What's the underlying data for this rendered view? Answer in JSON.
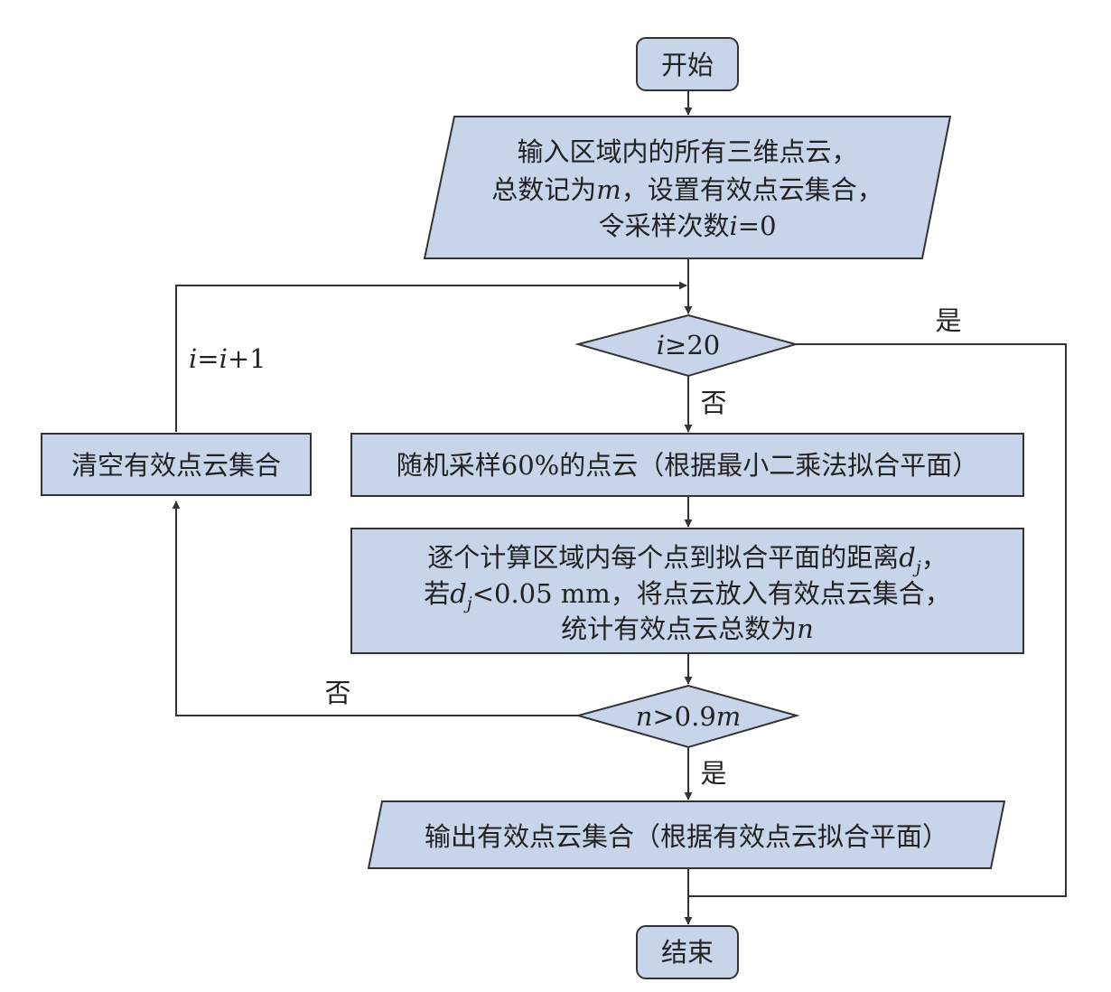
{
  "nodes": {
    "start": "开始",
    "input": {
      "line1": "输入区域内的所有三维点云，",
      "line2_a": "总数记为",
      "line2_var": "m",
      "line2_b": "，设置有效点云集合，",
      "line3_a": "令采样次数",
      "line3_var": "i",
      "line3_b": "=0"
    },
    "cond1": {
      "var": "i",
      "rest": "≥20"
    },
    "sample": "随机采样60%的点云（根据最小二乘法拟合平面）",
    "compute": {
      "line1_a": "逐个计算区域内每个点到拟合平面的距离",
      "line1_var": "d",
      "line1_sub": "j",
      "line1_b": "，",
      "line2_a": "若",
      "line2_var": "d",
      "line2_sub": "j",
      "line2_b": "<0.05 mm，将点云放入有效点云集合，",
      "line3_a": "统计有效点云总数为",
      "line3_var": "n"
    },
    "cond2": {
      "var1": "n",
      "mid": ">0.9",
      "var2": "m"
    },
    "output": "输出有效点云集合（根据有效点云拟合平面）",
    "clear": "清空有效点云集合",
    "end": "结束"
  },
  "labels": {
    "yes_top": "是",
    "no_top": "否",
    "no_bottom": "否",
    "yes_bottom": "是",
    "increment": {
      "v1": "i",
      "eq": "=",
      "v2": "i",
      "plus": "+1"
    }
  },
  "colors": {
    "box_fill": "#c8d4ea",
    "stroke": "#333333"
  }
}
